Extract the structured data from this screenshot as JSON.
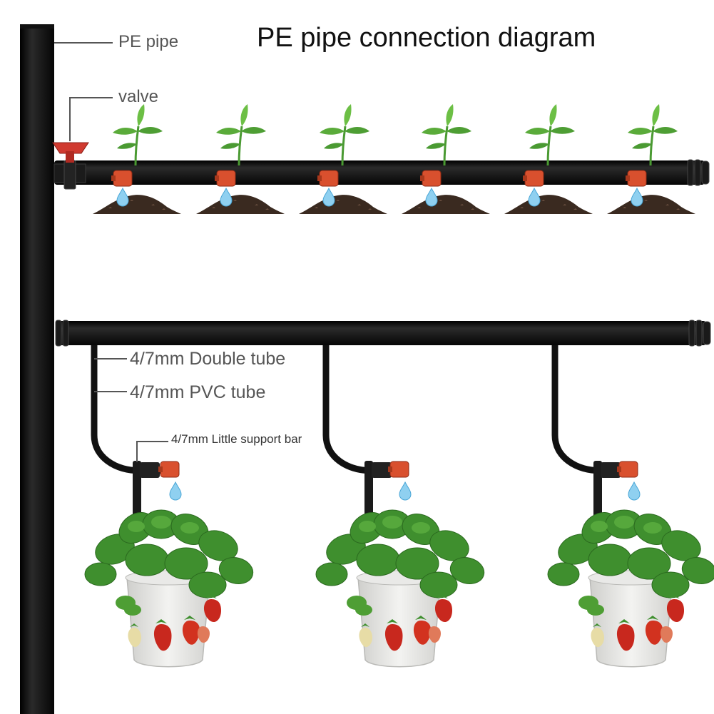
{
  "title": "PE pipe connection diagram",
  "labels": {
    "pe_pipe": "PE pipe",
    "valve": "valve",
    "double_tube": "4/7mm Double tube",
    "pvc_tube": "4/7mm PVC tube",
    "support_bar": "4/7mm Little support bar"
  },
  "colors": {
    "pipe": "#0d0d0d",
    "valve": "#d03a30",
    "dripper": "#d9502e",
    "water": "#8fd0f0",
    "soil": "#3a2a20",
    "leaf": "#3f8f2e",
    "pot": "#e8e8e6",
    "strawberry": "#c8281e",
    "leader_line": "#555555"
  },
  "icons": [
    "valve-icon",
    "dripper-icon",
    "water-drop-icon",
    "seedling-icon",
    "soil-mound-icon",
    "hanging-pot-icon",
    "strawberry-plant-icon"
  ]
}
